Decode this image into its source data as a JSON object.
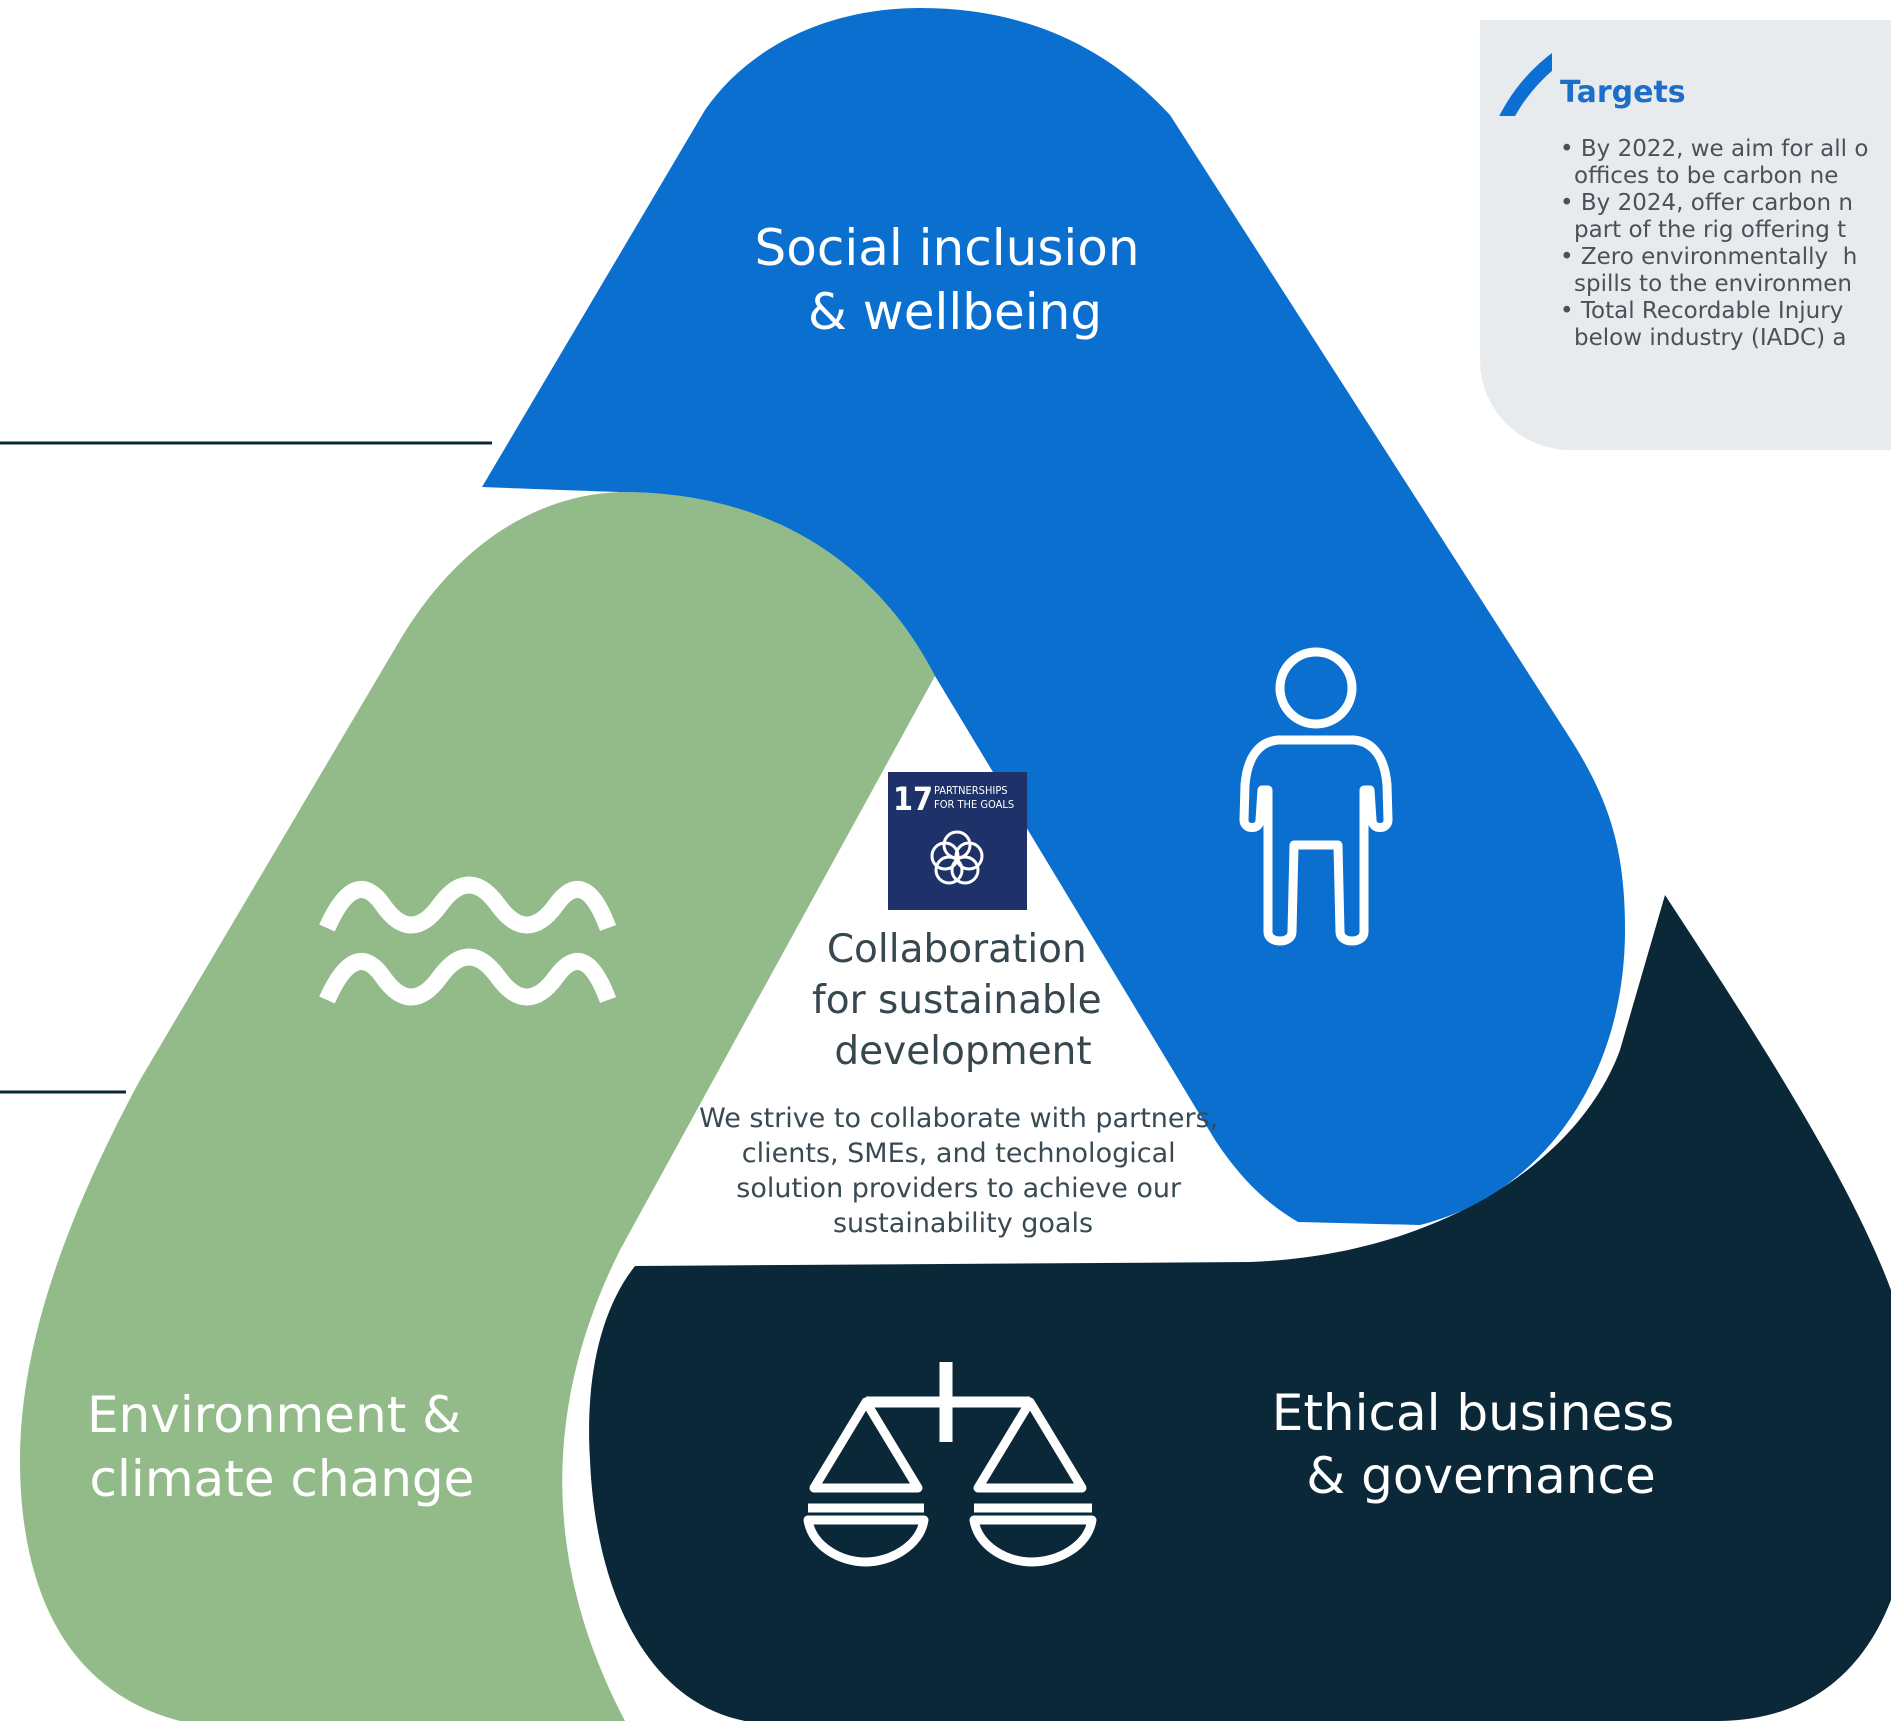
{
  "colors": {
    "social": "#0b6fd0",
    "environment": "#93bb89",
    "ethical": "#0b2838",
    "sdg_tile": "#1e3168",
    "targets_accent": "#1c6ec8",
    "targets_bg": "#e8ebee"
  },
  "petals": {
    "social": {
      "line1": "Social inclusion",
      "line2": "& wellbeing",
      "icon": "person-icon"
    },
    "environment": {
      "line1": "Environment &",
      "line2": "climate change",
      "icon": "waves-icon"
    },
    "ethical": {
      "line1": "Ethical business",
      "line2": "& governance",
      "icon": "scales-icon"
    }
  },
  "center": {
    "sdg_number": "17",
    "sdg_line1": "PARTNERSHIPS",
    "sdg_line2": "FOR THE GOALS",
    "title_lines": [
      "Collaboration",
      "for sustainable",
      "development"
    ],
    "body_lines": [
      "We strive to collaborate with partners,",
      "clients, SMEs, and  technological",
      "solution providers  to achieve our",
      "sustainability goals"
    ]
  },
  "targets": {
    "heading": "Targets",
    "items": [
      {
        "line1": "By 2022, we aim for all o",
        "line2": "offices to be carbon ne"
      },
      {
        "line1": "By 2024, offer carbon n",
        "line2": "part of the rig offering t"
      },
      {
        "line1": "Zero environmentally  h",
        "line2": "spills to the environmen"
      },
      {
        "line1": "Total Recordable Injury",
        "line2": "below industry (IADC) a"
      }
    ]
  }
}
